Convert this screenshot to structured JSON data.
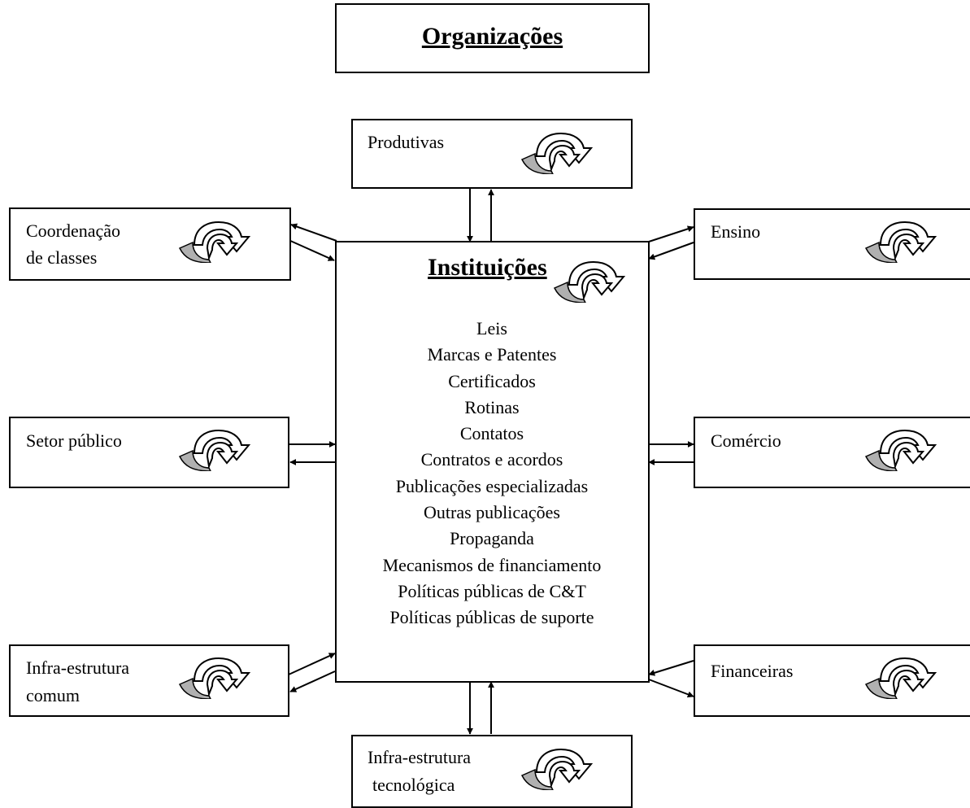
{
  "header": {
    "title": "Organizações"
  },
  "center": {
    "title": "Instituições",
    "items": [
      "Leis",
      "Marcas e Patentes",
      "Certificados",
      "Rotinas",
      "Contatos",
      "Contratos e acordos",
      "Publicações especializadas",
      "Outras publicações",
      "Propaganda",
      "Mecanismos de financiamento",
      "Políticas públicas de C&T",
      "Políticas públicas de suporte"
    ]
  },
  "nodes": {
    "produtivas": {
      "label": "Produtivas"
    },
    "coordenacao": {
      "line1": "Coordenação",
      "line2": "de classes"
    },
    "ensino": {
      "label": "Ensino"
    },
    "setor_publico": {
      "label": "Setor público"
    },
    "comercio": {
      "label": "Comércio"
    },
    "infra_comum": {
      "line1": "Infra-estrutura",
      "line2": "comum"
    },
    "financeiras": {
      "label": "Financeiras"
    },
    "infra_tecnologica": {
      "line1": "Infra-estrutura",
      "line2": "tecnológica"
    }
  },
  "icon_name": "cycle-arrows-icon"
}
